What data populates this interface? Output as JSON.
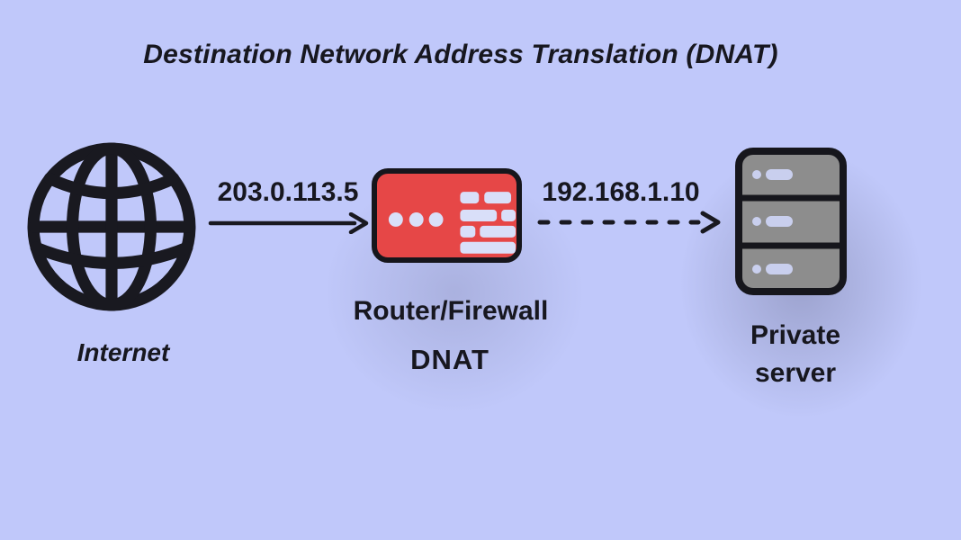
{
  "title": "Destination Network Address Translation (DNAT)",
  "nodes": {
    "internet": {
      "label": "Internet",
      "icon": "globe-icon"
    },
    "router": {
      "label": "Router/Firewall",
      "sublabel": "DNAT",
      "icon": "firewall-icon"
    },
    "server": {
      "label_line1": "Private",
      "label_line2": "server",
      "icon": "server-rack-icon"
    }
  },
  "flows": [
    {
      "from": "internet",
      "to": "router",
      "ip": "203.0.113.5",
      "style": "solid"
    },
    {
      "from": "router",
      "to": "server",
      "ip": "192.168.1.10",
      "style": "dashed"
    }
  ],
  "colors": {
    "background": "#c0c8fa",
    "text": "#17171f",
    "stroke_dark": "#191920",
    "firewall_red": "#e64747",
    "server_gray": "#8d8d8d",
    "icon_cutout": "#d9dff9"
  }
}
